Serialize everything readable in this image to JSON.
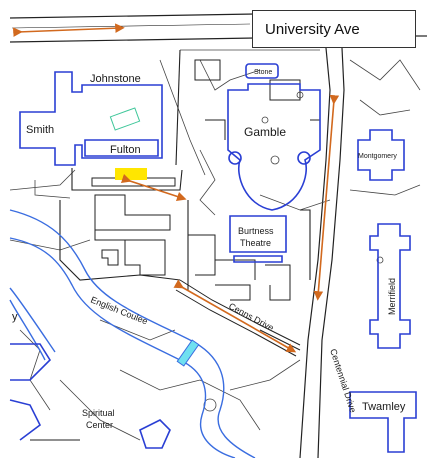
{
  "callout": {
    "label": "University Ave"
  },
  "buildings": {
    "johnstone": "Johnstone",
    "smith": "Smith",
    "fulton": "Fulton",
    "gamble": "Gamble",
    "stone": "Stone",
    "montgomery": "Montgomery",
    "burtness_line1": "Burtness",
    "burtness_line2": "Theatre",
    "merrifield": "Merrifield",
    "twamley": "Twamley",
    "spiritual_line1": "Spiritual",
    "spiritual_line2": "Center"
  },
  "roads": {
    "english_coulee": "English Coulee",
    "centennial_drive": "Centennial Drive",
    "cenns_drive": "Cenns Drive"
  },
  "edge_fragment": "y",
  "colors": {
    "building_outline": "#2a3fd4",
    "river": "#3a6de0",
    "route_arrow": "#d2691e",
    "highlight": "#ffe600",
    "bridge": "#6fe0f0",
    "road": "#222222"
  }
}
